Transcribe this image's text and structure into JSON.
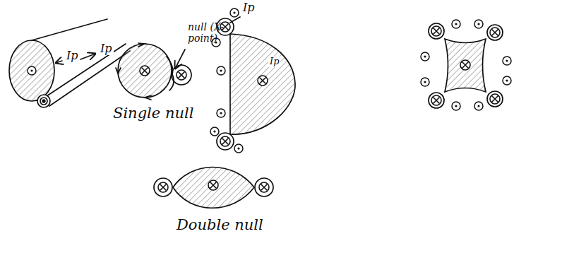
{
  "diagram": {
    "labels": [
      "Ip",
      "Ip",
      "null (X-point)",
      "Single null",
      "Ip",
      "Ip",
      "Double null"
    ]
  }
}
